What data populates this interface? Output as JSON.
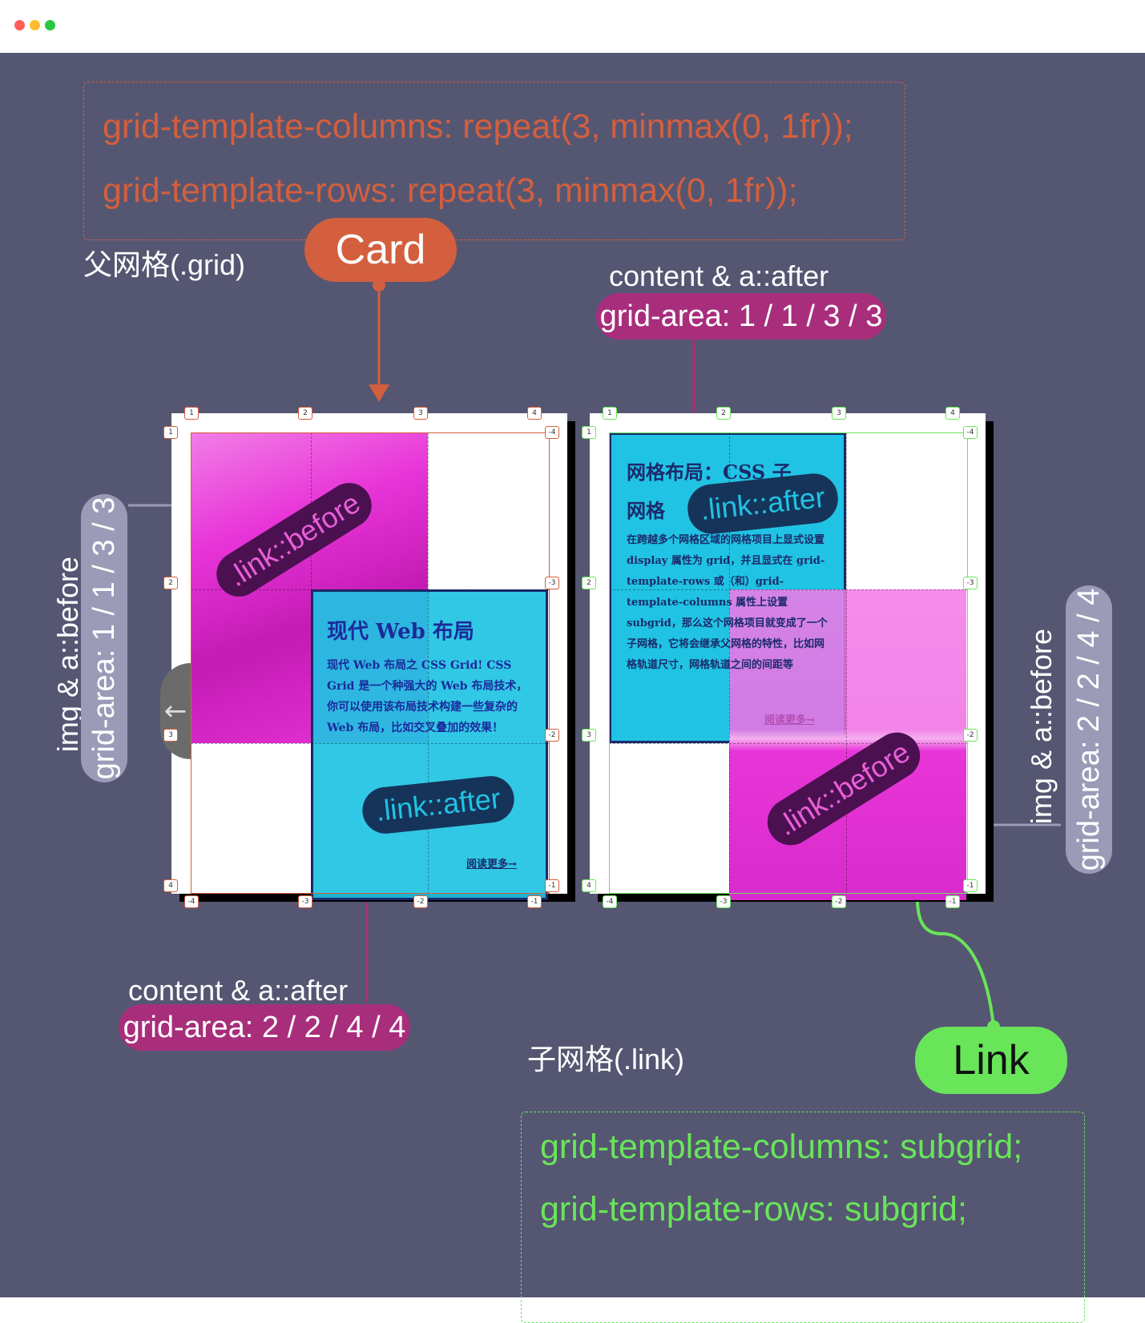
{
  "window": {
    "traffic_lights": {
      "close": "#ff5f57",
      "minimize": "#febc2e",
      "maximize": "#28c840"
    }
  },
  "colors": {
    "background": "#555672",
    "card_accent": "#d35f3e",
    "link_accent": "#69e55a",
    "after_pill": "#a82e7c",
    "before_pill": "#9b9bb7",
    "content_blue": "#20c3e3",
    "image_magenta": "#e835d8"
  },
  "parent_grid": {
    "code_line_1": "grid-template-columns: repeat(3, minmax(0, 1fr));",
    "code_line_2": "grid-template-rows: repeat(3, minmax(0, 1fr));",
    "label": "父网格(.grid)",
    "card_pill": "Card"
  },
  "child_grid": {
    "code_line_1": "grid-template-columns: subgrid;",
    "code_line_2": "grid-template-rows: subgrid;",
    "label": "子网格(.link)",
    "link_pill": "Link"
  },
  "annotations": {
    "top_right_caption": "content & a::after",
    "top_right_area": "grid-area: 1 / 1 / 3 / 3",
    "left_caption": "img & a::before",
    "left_area": "grid-area: 1 / 1 / 3 / 3",
    "right_caption": "img & a::before",
    "right_area": "grid-area: 2 / 2 / 4 / 4",
    "bottom_caption": "content & a::after",
    "bottom_area": "grid-area: 2 / 2 / 4 / 4"
  },
  "card_left": {
    "title": "现代 Web 布局",
    "body": "现代 Web 布局之 CSS Grid! CSS Grid 是一个种强大的 Web 布局技术，你可以使用该布局技术构建一些复杂的 Web 布局，比如交叉叠加的效果！",
    "read_more": "阅读更多→",
    "before_tag": ".link::before",
    "after_tag": ".link::after",
    "back_arrow_icon": "arrow-left-icon"
  },
  "card_right": {
    "title_line_1": "网格布局：CSS 子",
    "title_line_2": "网格",
    "body": "在跨越多个网格区域的网格项目上显式设置 display 属性为 grid，并且显式在 grid-template-rows 或（和）grid-template-columns 属性上设置 subgrid，那么这个网格项目就变成了一个子网格，它将会继承父网格的特性，比如网格轨道尺寸，网格轨道之间的间距等",
    "read_more": "阅读更多→",
    "before_tag": ".link::before",
    "after_tag": ".link::after"
  },
  "grid_lines": {
    "left_card_top": [
      "1",
      "2",
      "3",
      "4"
    ],
    "left_card_side": [
      "1",
      "2",
      "3",
      "4"
    ],
    "left_card_bottom": [
      "-4",
      "-3",
      "-2",
      "-1"
    ],
    "left_card_right": [
      "-4",
      "-3",
      "-2",
      "-1"
    ],
    "right_card_top": [
      "1",
      "2",
      "3",
      "4"
    ],
    "right_card_side": [
      "1",
      "2",
      "3",
      "4"
    ],
    "right_card_bottom": [
      "-4",
      "-3",
      "-2",
      "-1"
    ],
    "right_card_right": [
      "-4",
      "-3",
      "-2",
      "-1"
    ]
  }
}
